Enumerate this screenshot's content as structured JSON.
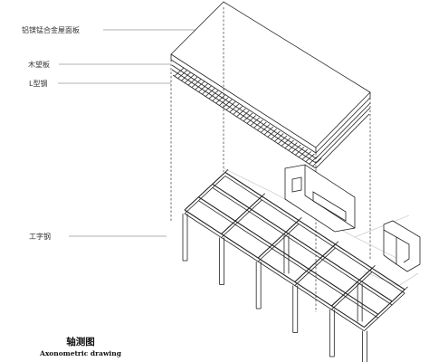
{
  "labels": {
    "roof_panel": "铝镁锰合金屋面板",
    "wood_board": "木望板",
    "l_steel": "L型钢",
    "i_beam": "工字钢"
  },
  "title": {
    "main": "轴测图",
    "sub": "Axonometric drawing"
  }
}
